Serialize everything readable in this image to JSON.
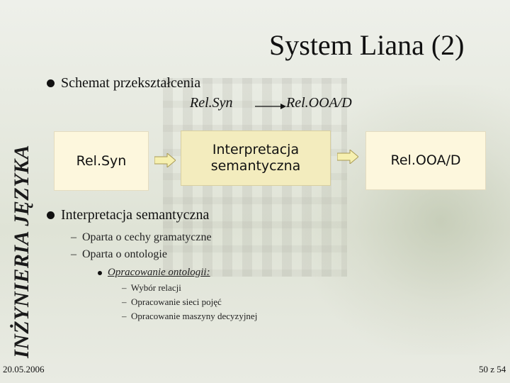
{
  "sidebar_title": "INŻYNIERIA JĘZYKA",
  "title": "System Liana (2)",
  "bullets": {
    "schema": "Schemat przekształcenia",
    "interp": "Interpretacja semantyczna"
  },
  "transform": {
    "from": "Rel.Syn",
    "to": "Rel.OOA/D"
  },
  "boxes": {
    "left": "Rel.Syn",
    "middle": "Interpretacja semantyczna",
    "right": "Rel.OOA/D"
  },
  "sub_items": [
    "Oparta o cechy gramatyczne",
    "Oparta o ontologie"
  ],
  "ontology": {
    "label": "Opracowanie ontologii:",
    "items": [
      "Wybór relacji",
      "Opracowanie sieci pojęć",
      "Opracowanie maszyny decyzyjnej"
    ]
  },
  "footer": {
    "date": "20.05.2006",
    "page": "50 z 54"
  }
}
